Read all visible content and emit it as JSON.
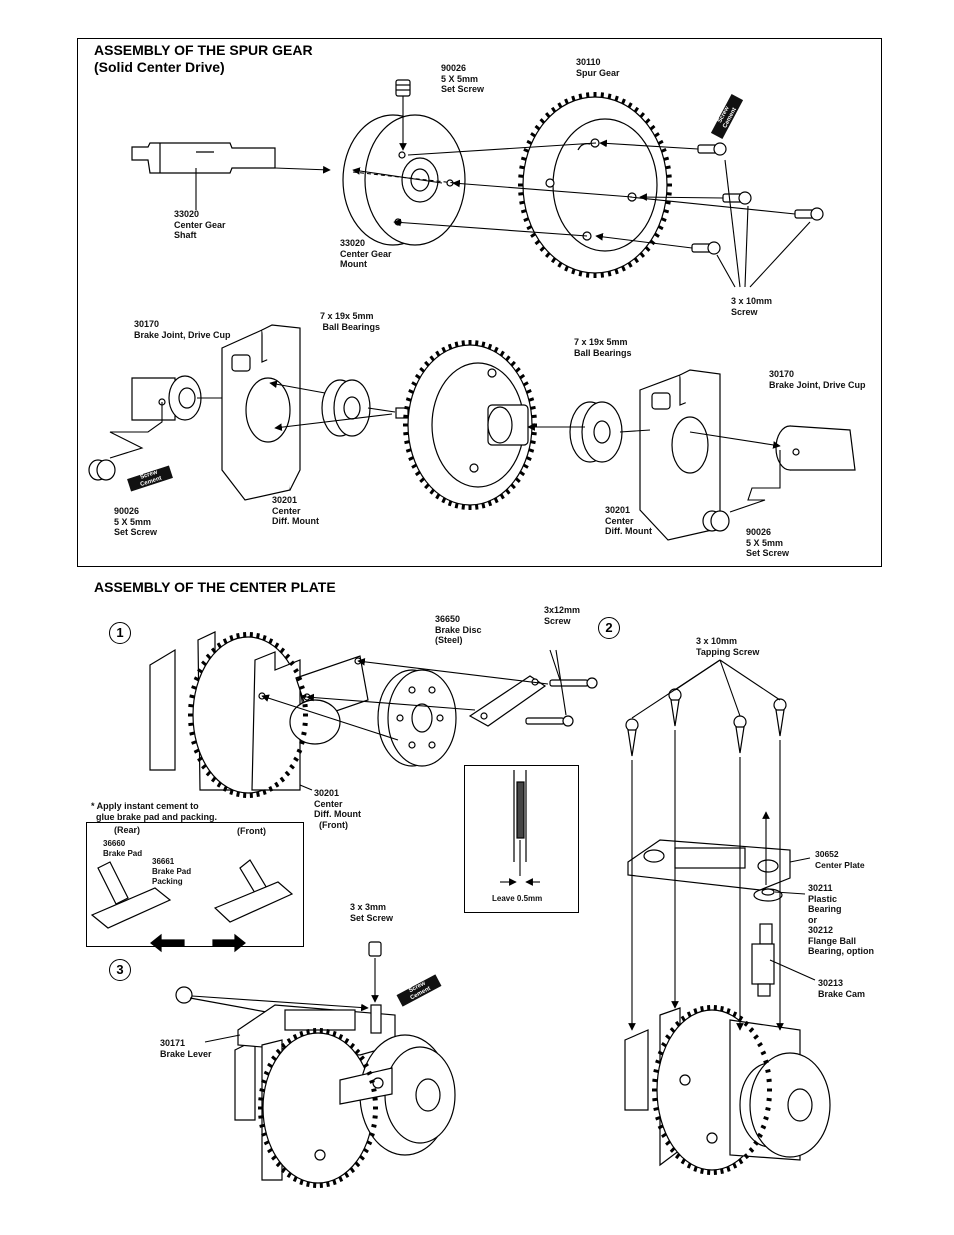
{
  "sections": {
    "spur_gear": {
      "title_line1": "ASSEMBLY OF THE SPUR GEAR",
      "title_line2": "(Solid Center Drive)"
    },
    "center_plate": {
      "title": "ASSEMBLY OF THE CENTER PLATE"
    }
  },
  "steps": [
    "1",
    "2",
    "3"
  ],
  "cement_tag": "Screw\nCement",
  "labels": {
    "set_screw_top": "90026\n5 X 5mm\nSet Screw",
    "spur_gear": "30110\nSpur Gear",
    "gear_shaft": "33020\nCenter Gear\nShaft",
    "gear_mount": "33020\nCenter Gear\nMount",
    "screw_3x10": "3 x 10mm\nScrew",
    "drive_cup_left": "30170\nBrake Joint, Drive Cup",
    "bearings_left": "7 x 19x 5mm\n Ball Bearings",
    "bearings_right": "7 x 19x 5mm\nBall Bearings",
    "drive_cup_right": "30170\nBrake Joint, Drive Cup",
    "diff_mount_left": "30201\nCenter\nDiff. Mount",
    "diff_mount_right": "30201\nCenter\nDiff. Mount",
    "set_screw_left": "90026\n5 X 5mm\nSet Screw",
    "set_screw_right": "90026\n5 X 5mm\nSet Screw",
    "brake_disc": "36650\nBrake Disc\n(Steel)",
    "screw_3x12": "3x12mm\nScrew",
    "diff_mount_front": "30201\nCenter\nDiff. Mount\n  (Front)",
    "cement_note": "* Apply instant cement to\n  glue brake pad and packing.",
    "rear": "(Rear)",
    "front": "(Front)",
    "brake_pad": "36660\nBrake Pad",
    "brake_pad_packing": "36661\nBrake Pad\nPacking",
    "leave_gap": "Leave 0.5mm",
    "tapping_screw": "3 x 10mm\nTapping Screw",
    "center_plate": "30652\nCenter Plate",
    "bearing_option": "30211\nPlastic\nBearing\nor\n30212\nFlange Ball\nBearing, option",
    "brake_cam": "30213\nBrake Cam",
    "set_screw_3x3": "3 x 3mm\nSet Screw",
    "brake_lever": "30171\nBrake Lever"
  }
}
